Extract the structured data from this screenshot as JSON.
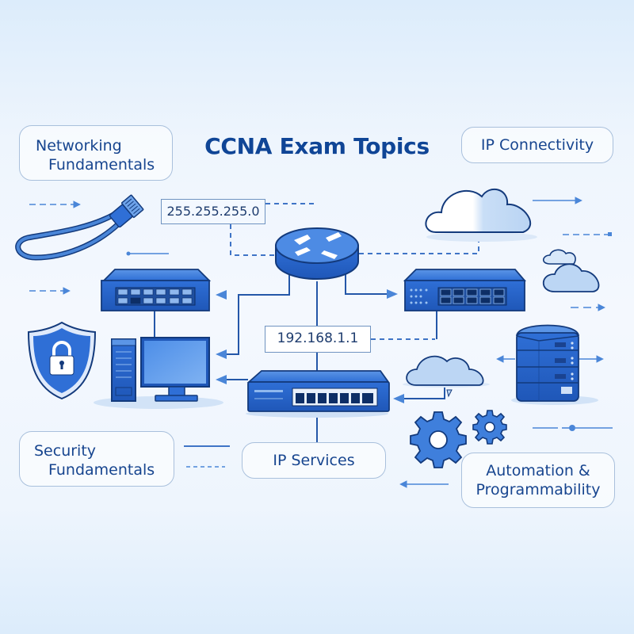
{
  "title": "CCNA Exam Topics",
  "topics": {
    "networking_fundamentals": {
      "line1": "Networking",
      "line2": "Fundamentals"
    },
    "ip_connectivity": {
      "label": "IP Connectivity"
    },
    "security_fundamentals": {
      "line1": "Security",
      "line2": "Fundamentals"
    },
    "ip_services": {
      "label": "IP Services"
    },
    "automation_programmability": {
      "line1": "Automation &",
      "line2": "Programmability"
    }
  },
  "addresses": {
    "subnet_mask": "255.255.255.0",
    "ip_address": "192.168.1.1"
  },
  "icons": [
    "ethernet-cable-icon",
    "router-icon",
    "switch-icon",
    "computer-icon",
    "shield-lock-icon",
    "cloud-icon",
    "server-icon",
    "gear-icon"
  ],
  "colors": {
    "primary": "#2f6fd6",
    "dark_outline": "#133a7c",
    "title": "#0f4596",
    "light_fill": "#bcd6f4",
    "background": "#eef5fd"
  }
}
